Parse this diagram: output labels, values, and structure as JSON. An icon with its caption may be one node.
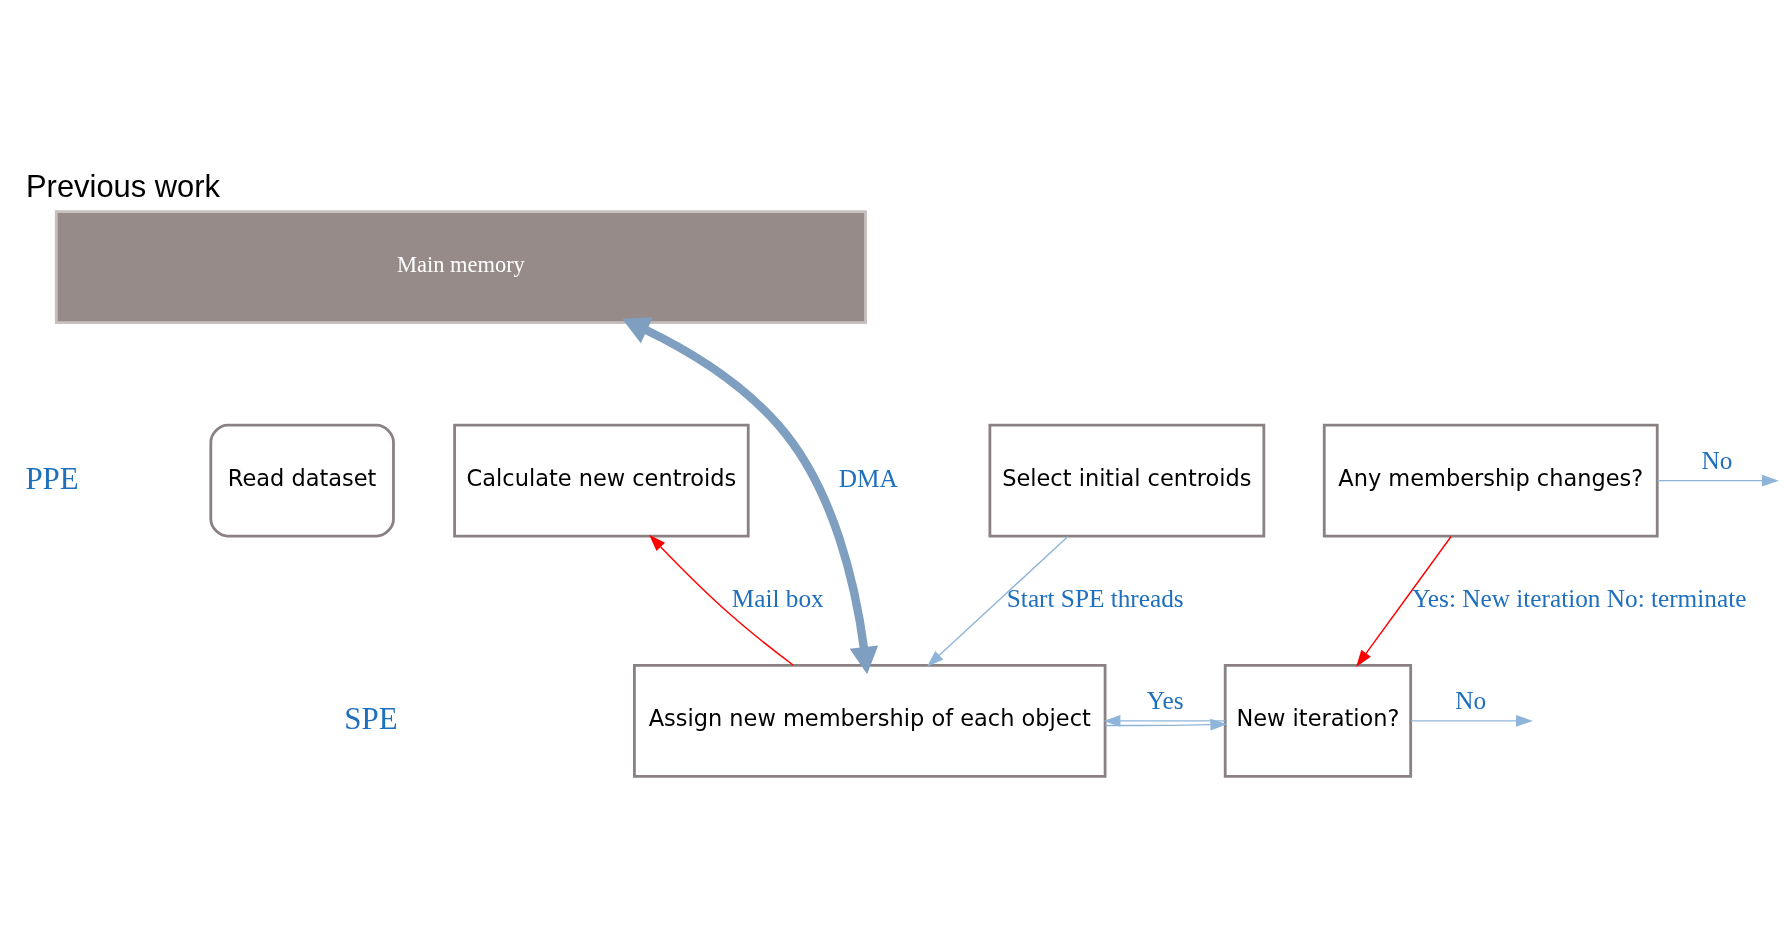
{
  "diagram": {
    "title": "Previous work",
    "nodes": [
      {
        "text": [
          "Main memory"
        ]
      },
      {
        "text": [
          "Read dataset"
        ]
      },
      {
        "text": [
          "Select initial centroids"
        ]
      },
      {
        "text": [
          "Calculate new centroids"
        ]
      },
      {
        "text": [
          "Any membership changes?"
        ]
      },
      {
        "text": [
          "Assign new membership of each object"
        ]
      },
      {
        "text": [
          "New iteration?"
        ]
      }
    ],
    "edges": [
      {
        "from": 2,
        "to": 5,
        "arrow": "to",
        "label": "Start SPE threads"
      },
      {
        "from": 0,
        "to": 5,
        "arrow": "both",
        "label": "DMA",
        "style": "thick"
      },
      {
        "from": 5,
        "to": 3,
        "arrow": "to",
        "label": "Mail box",
        "color": "#ff0000"
      },
      {
        "from": 4,
        "to": 6,
        "arrow": "to",
        "label": "Yes: New iteration No: terminate",
        "color": "#ff0000"
      },
      {
        "from": 4,
        "to": null,
        "arrow": "to",
        "label": "No"
      },
      {
        "from": 5,
        "to": 6,
        "arrow": "to"
      },
      {
        "from": 6,
        "to": null,
        "arrow": "to",
        "label": "No"
      },
      {
        "from": 6,
        "to": 5,
        "arrow": "to",
        "label": "Yes"
      }
    ],
    "labels": [
      "PPE",
      "SPE"
    ]
  }
}
